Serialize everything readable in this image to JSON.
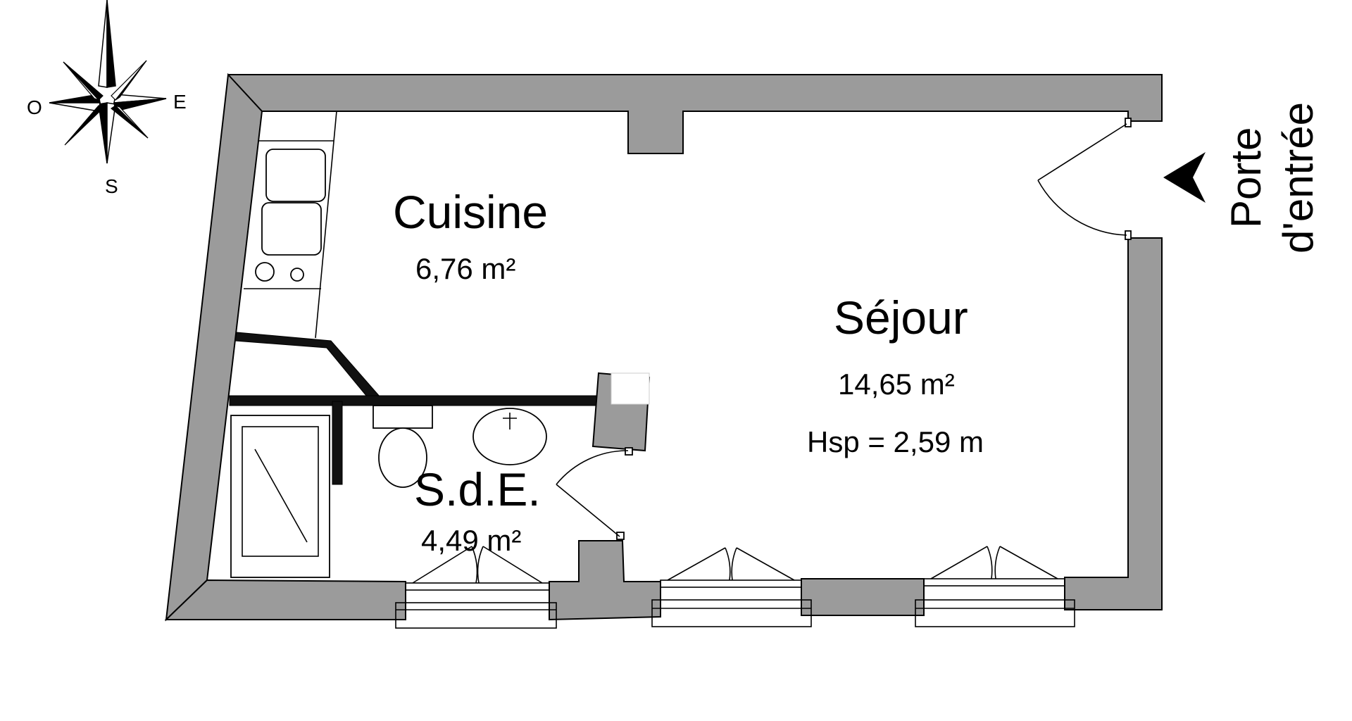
{
  "compass": {
    "west": "O",
    "east": "E",
    "south": "S"
  },
  "rooms": {
    "kitchen": {
      "name": "Cuisine",
      "area": "6,76 m²"
    },
    "living": {
      "name": "Séjour",
      "area": "14,65 m²",
      "ceiling": "Hsp = 2,59 m"
    },
    "bathroom": {
      "name": "S.d.E.",
      "area": "4,49 m²"
    }
  },
  "entrance": {
    "line1": "Porte",
    "line2": "d'entrée"
  },
  "colors": {
    "wall": "#9b9b9b",
    "partition": "#111111",
    "background": "#ffffff"
  }
}
